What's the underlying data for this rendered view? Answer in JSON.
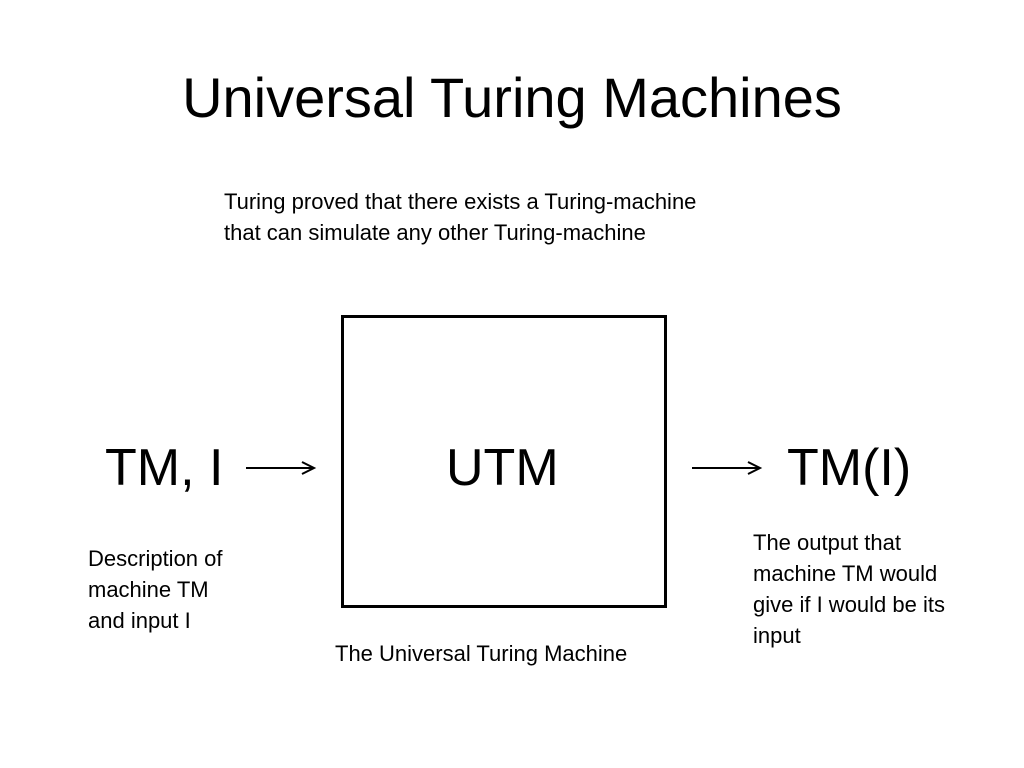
{
  "slide": {
    "title": "Universal Turing Machines",
    "intro_lines": [
      "Turing proved that there exists a Turing-machine",
      "that can simulate any other Turing-machine"
    ]
  },
  "diagram": {
    "input_label": "TM, I",
    "box_label": "UTM",
    "output_label": "TM(I)",
    "input_description_lines": [
      "Description of",
      "machine TM",
      "and input I"
    ],
    "output_description_lines": [
      "The output that",
      "machine TM would",
      "give if I would be its",
      "input"
    ],
    "box_caption": "The Universal Turing Machine"
  }
}
